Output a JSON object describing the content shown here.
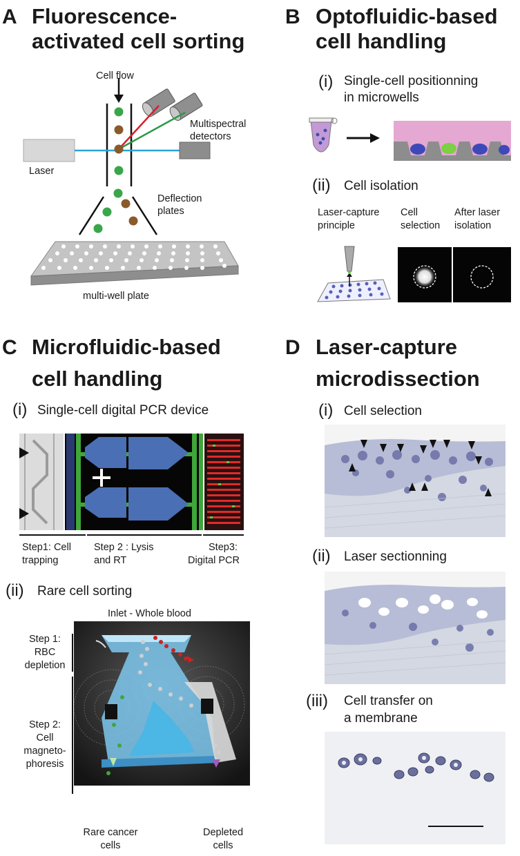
{
  "panel_a": {
    "letter": "A",
    "title_line1": "Fluorescence-",
    "title_line2": "activated cell sorting",
    "labels": {
      "cell_flow": "Cell flow",
      "multispectral_line1": "Multispectral",
      "multispectral_line2": "detectors",
      "laser": "Laser",
      "deflection_line1": "Deflection",
      "deflection_line2": "plates",
      "plate": "multi-well plate"
    }
  },
  "panel_b": {
    "letter": "B",
    "title_line1": "Optofluidic-based",
    "title_line2": "cell handling",
    "sub_i_num": "(i)",
    "sub_i_line1": "Single-cell positionning",
    "sub_i_line2": "in microwells",
    "sub_ii_num": "(ii)",
    "sub_ii_label": "Cell isolation",
    "col1_line1": "Laser-capture",
    "col1_line2": "principle",
    "col2_line1": "Cell",
    "col2_line2": "selection",
    "col3_line1": "After laser",
    "col3_line2": "isolation"
  },
  "panel_c": {
    "letter": "C",
    "title_line1": "Microfluidic-based",
    "title_line2": "cell handling",
    "sub_i_num": "(i)",
    "sub_i_label": "Single-cell digital PCR device",
    "step1_line1": "Step1: Cell",
    "step1_line2": "trapping",
    "step2_line1": "Step 2 : Lysis",
    "step2_line2": "and RT",
    "step3_line1": "Step3:",
    "step3_line2": "Digital PCR",
    "sub_ii_num": "(ii)",
    "sub_ii_label": "Rare cell sorting",
    "inlet": "Inlet - Whole blood",
    "rbc_line1": "Step 1:",
    "rbc_line2": "RBC",
    "rbc_line3": "depletion",
    "mag_line1": "Step 2:",
    "mag_line2": "Cell",
    "mag_line3": "magneto-",
    "mag_line4": "phoresis",
    "rare_line1": "Rare cancer",
    "rare_line2": "cells",
    "depleted_line1": "Depleted",
    "depleted_line2": "cells"
  },
  "panel_d": {
    "letter": "D",
    "title_line1": "Laser-capture",
    "title_line2": "microdissection",
    "sub_i_num": "(i)",
    "sub_i_label": "Cell selection",
    "sub_ii_num": "(ii)",
    "sub_ii_label": "Laser sectionning",
    "sub_iii_num": "(iii)",
    "sub_iii_line1": "Cell transfer on",
    "sub_iii_line2": "a membrane"
  },
  "colors": {
    "laser_beam": "#2aa3d8",
    "green_cell": "#3aa64a",
    "brown_cell": "#8a5a2b",
    "red_beam": "#d6202a",
    "tissue": "#c9cfe0",
    "microfluidic_bg": "#1c1c1c",
    "channel_blue": "#7ec8ee"
  }
}
